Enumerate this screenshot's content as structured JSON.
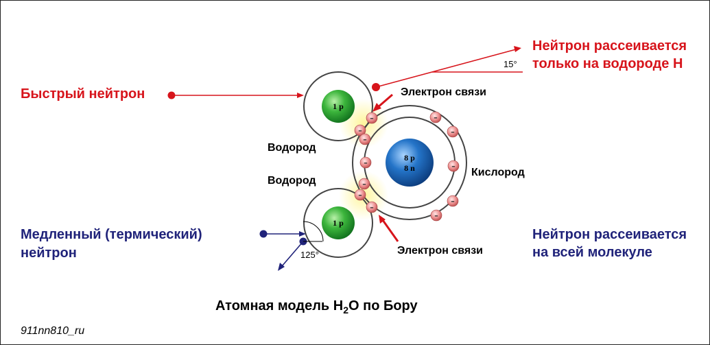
{
  "title_prefix": "Атомная модель H",
  "title_sub": "2",
  "title_suffix": "O по Бору",
  "fast_neutron": "Быстрый нейтрон",
  "slow_neutron_line1": "Медленный (термический)",
  "slow_neutron_line2": "нейтрон",
  "scatter_h_line1": "Нейтрон рассеивается",
  "scatter_h_line2": "только на водороде H",
  "scatter_mol_line1": "Нейтрон рассеивается",
  "scatter_mol_line2": "на всей молекуле",
  "bond_electron_top": "Электрон связи",
  "bond_electron_bottom": "Электрон связи",
  "hydrogen_top": "Водород",
  "hydrogen_bottom": "Водород",
  "oxygen": "Кислород",
  "h_nucleus": "1 p",
  "o_nucleus_line1": "8 p",
  "o_nucleus_line2": "8 n",
  "electron_sign": "–",
  "angle_fast": "15°",
  "angle_slow": "125°",
  "watermark": "911nn810_ru",
  "colors": {
    "red": "#d7141b",
    "blue": "#20237a",
    "hydrogen": "#2aa532",
    "oxygen": "#1c64b4",
    "electron": "#e88a8a"
  }
}
